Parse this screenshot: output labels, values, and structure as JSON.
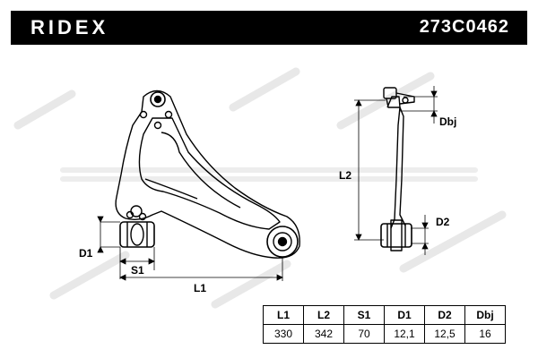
{
  "header": {
    "brand": "RIDEX",
    "part_number": "273C0462"
  },
  "dimensions": {
    "d1": "D1",
    "s1": "S1",
    "l1": "L1",
    "l2": "L2",
    "d2": "D2",
    "dbj": "Dbj"
  },
  "specs": {
    "headers": [
      "L1",
      "L2",
      "S1",
      "D1",
      "D2",
      "Dbj"
    ],
    "values": [
      "330",
      "342",
      "70",
      "12,1",
      "12,5",
      "16"
    ]
  },
  "colors": {
    "header_bg": "#000000",
    "watermark": "#e6e6e6",
    "line": "#000000"
  }
}
